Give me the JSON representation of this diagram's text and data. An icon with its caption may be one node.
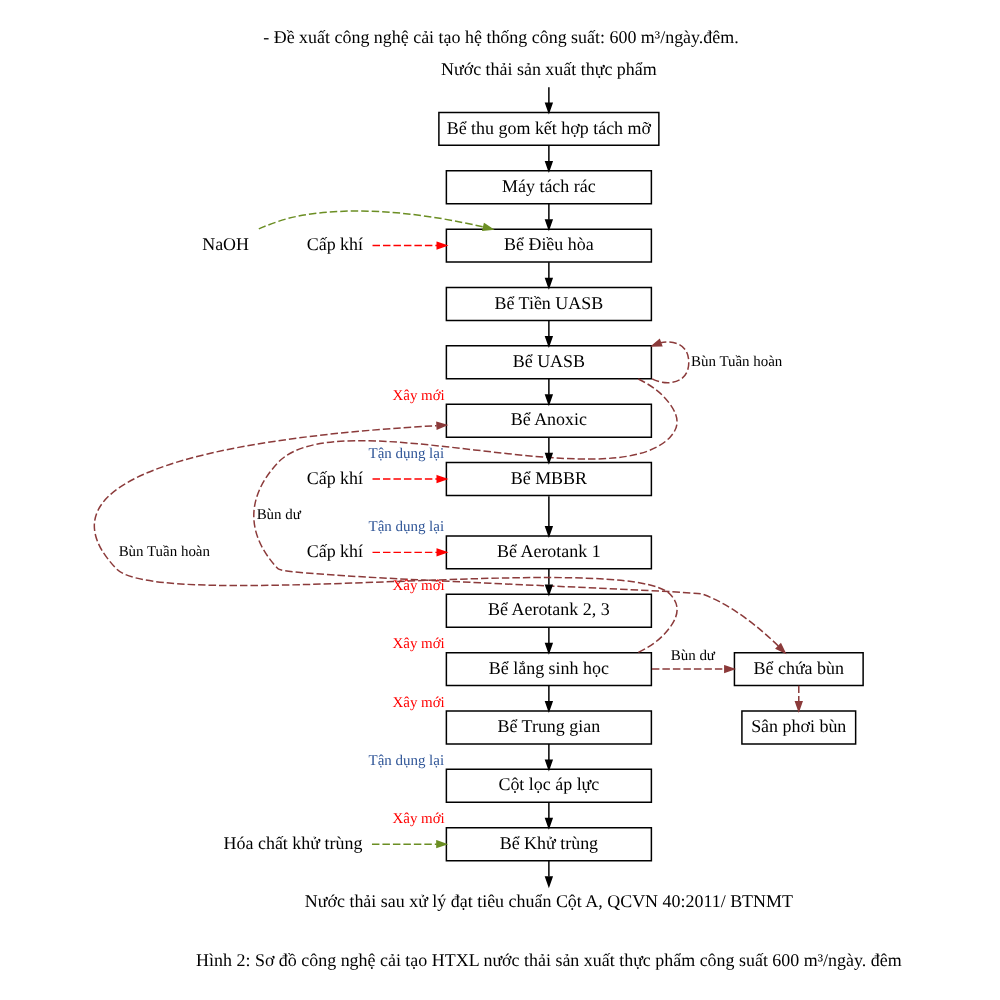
{
  "diagram": {
    "title": "- Đề xuất công nghệ cải tạo hệ thống công suất: 600 m³/ngày.đêm.",
    "caption": "Hình 2: Sơ đồ công nghệ cải tạo HTXL nước thải sản xuất thực phẩm công suất 600 m³/ngày. đêm",
    "nodes": [
      {
        "text": [
          "Nước thải sản xuất thực phẩm"
        ]
      },
      {
        "text": [
          "Bể thu gom kết hợp tách mỡ"
        ]
      },
      {
        "text": [
          "Máy tách rác"
        ]
      },
      {
        "text": [
          "Bể Điều hòa"
        ]
      },
      {
        "text": [
          "Bể Tiền UASB"
        ]
      },
      {
        "text": [
          "Bể UASB"
        ]
      },
      {
        "text": [
          "Bể Anoxic"
        ],
        "beside": [
          "Xây mới"
        ]
      },
      {
        "text": [
          "Bể MBBR"
        ],
        "beside": [
          "Tận dụng lại"
        ]
      },
      {
        "text": [
          "Bể Aerotank 1"
        ],
        "beside": [
          "Tận dụng lại"
        ]
      },
      {
        "text": [
          "Bể Aerotank 2, 3"
        ],
        "beside": [
          "Xây mới"
        ]
      },
      {
        "text": [
          "Bể lắng sinh học"
        ],
        "beside": [
          "Xây mới"
        ]
      },
      {
        "text": [
          "Bể Trung gian"
        ],
        "beside": [
          "Xây mới"
        ]
      },
      {
        "text": [
          "Cột lọc áp lực"
        ],
        "beside": [
          "Tận dụng lại"
        ]
      },
      {
        "text": [
          "Bể Khử trùng"
        ],
        "beside": [
          "Xây mới"
        ]
      },
      {
        "text": [
          "Nước thải sau xử lý đạt tiêu chuẩn Cột A, QCVN 40:2011/ BTNMT"
        ]
      },
      {
        "text": [
          "NaOH"
        ]
      },
      {
        "text": [
          "Cấp khí"
        ]
      },
      {
        "text": [
          "Cấp khí"
        ]
      },
      {
        "text": [
          "Cấp khí"
        ]
      },
      {
        "text": [
          "Hóa chất khử trùng"
        ]
      },
      {
        "text": [
          "Bể chứa bùn"
        ]
      },
      {
        "text": [
          "Sân phơi bùn"
        ]
      }
    ],
    "edges": [
      {
        "from": 0,
        "to": 1,
        "arrow": "to"
      },
      {
        "from": 1,
        "to": 2,
        "arrow": "to"
      },
      {
        "from": 2,
        "to": 3,
        "arrow": "to"
      },
      {
        "from": 3,
        "to": 4,
        "arrow": "to"
      },
      {
        "from": 4,
        "to": 5,
        "arrow": "to"
      },
      {
        "from": 5,
        "to": 6,
        "arrow": "to"
      },
      {
        "from": 6,
        "to": 7,
        "arrow": "to"
      },
      {
        "from": 7,
        "to": 8,
        "arrow": "to"
      },
      {
        "from": 8,
        "to": 9,
        "arrow": "to"
      },
      {
        "from": 9,
        "to": 10,
        "arrow": "to"
      },
      {
        "from": 10,
        "to": 11,
        "arrow": "to"
      },
      {
        "from": 11,
        "to": 12,
        "arrow": "to"
      },
      {
        "from": 12,
        "to": 13,
        "arrow": "to"
      },
      {
        "from": 13,
        "to": 14,
        "arrow": "to"
      },
      {
        "from": 15,
        "to": 3,
        "arrow": "to",
        "style": "dashed",
        "color": "#6b8e23"
      },
      {
        "from": 16,
        "to": 3,
        "arrow": "to",
        "style": "dashed",
        "color": "#ff0000"
      },
      {
        "from": 17,
        "to": 7,
        "arrow": "to",
        "style": "dashed",
        "color": "#ff0000"
      },
      {
        "from": 18,
        "to": 8,
        "arrow": "to",
        "style": "dashed",
        "color": "#ff0000"
      },
      {
        "from": 19,
        "to": 13,
        "arrow": "to",
        "style": "dashed",
        "color": "#6b8e23"
      },
      {
        "from": 5,
        "to": 5,
        "arrow": "to",
        "label": "Bùn Tuần hoàn",
        "style": "dashed",
        "color": "#8b3a3a"
      },
      {
        "from": 5,
        "to": 20,
        "arrow": "to",
        "label": "Bùn dư",
        "style": "dashed",
        "color": "#8b3a3a"
      },
      {
        "from": 10,
        "to": 6,
        "arrow": "to",
        "label": "Bùn Tuần hoàn",
        "style": "dashed",
        "color": "#8b3a3a"
      },
      {
        "from": 10,
        "to": 20,
        "arrow": "to",
        "label": "Bùn dư",
        "style": "dashed",
        "color": "#8b3a3a"
      },
      {
        "from": 20,
        "to": 21,
        "arrow": "to",
        "style": "dashed",
        "color": "#8b3a3a"
      }
    ]
  }
}
